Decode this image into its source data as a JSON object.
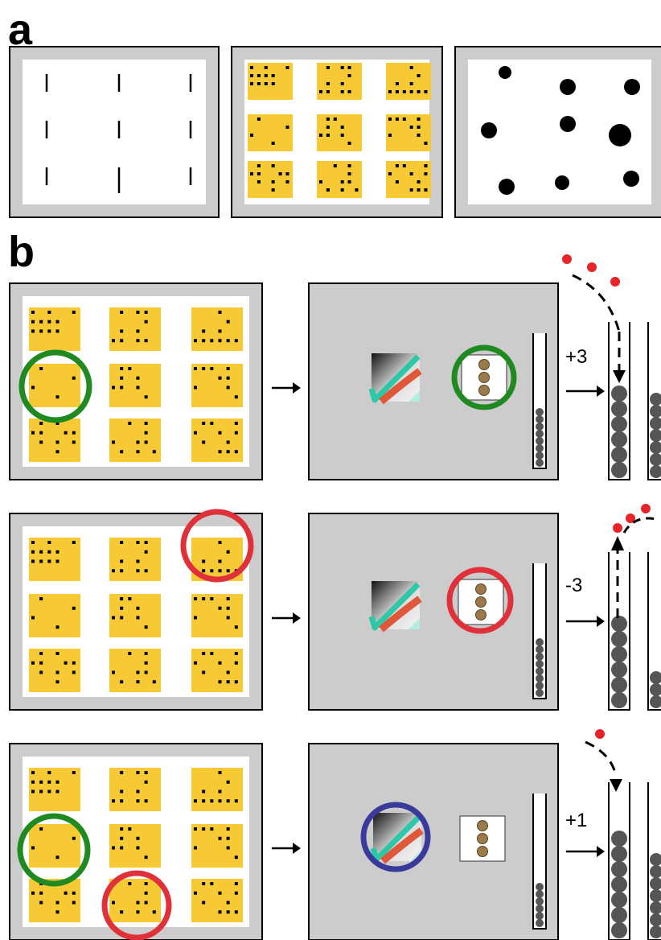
{
  "panel_labels": {
    "a": "a",
    "b": "b"
  },
  "colors": {
    "frame_gray": "#cccccc",
    "card_yellow": "#f7c934",
    "correct_circle": "#1f8a1f",
    "wrong_circle": "#e0303a",
    "selected_circle": "#3a3a9a",
    "reward_token": "#e8232a",
    "tube_ball": "#555555"
  },
  "trials": [
    {
      "outcome_label": "+3",
      "result": "correct",
      "tokens": 3
    },
    {
      "outcome_label": "-3",
      "result": "error",
      "tokens": 3
    },
    {
      "outcome_label": "+1",
      "result": "stimulus-selected",
      "tokens": 1
    }
  ]
}
